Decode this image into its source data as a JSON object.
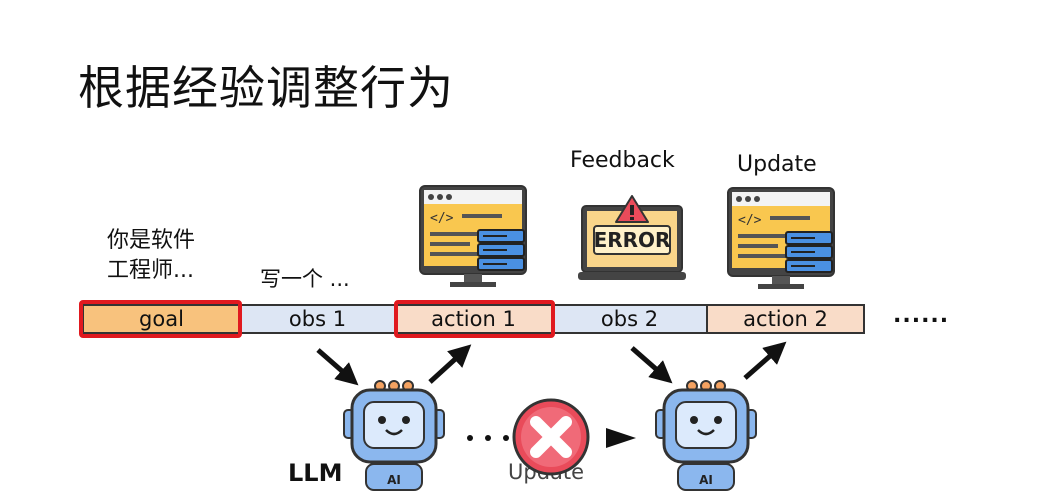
{
  "title": "根据经验调整行为",
  "goal_text_line1": "你是软件",
  "goal_text_line2": "工程师...",
  "write_text": "写一个 ...",
  "feedback_label": "Feedback",
  "update_label": "Update",
  "error_label": "ERROR",
  "cells": {
    "goal": "goal",
    "obs1": "obs 1",
    "action1": "action 1",
    "obs2": "obs 2",
    "action2": "action 2"
  },
  "ellipsis": "......",
  "llm_label": "LLM",
  "bottom_update_label": "Update",
  "robot_badge": "AI",
  "colors": {
    "highlight": "#e0191f",
    "goal_fill": "#f8c27d",
    "obs_fill": "#dde6f4",
    "action_fill": "#f9dcc8",
    "robot_blue": "#8bb7ee",
    "monitor_yellow": "#f9c74f",
    "server_blue": "#4a90e2",
    "error_red": "#e94b5a"
  }
}
